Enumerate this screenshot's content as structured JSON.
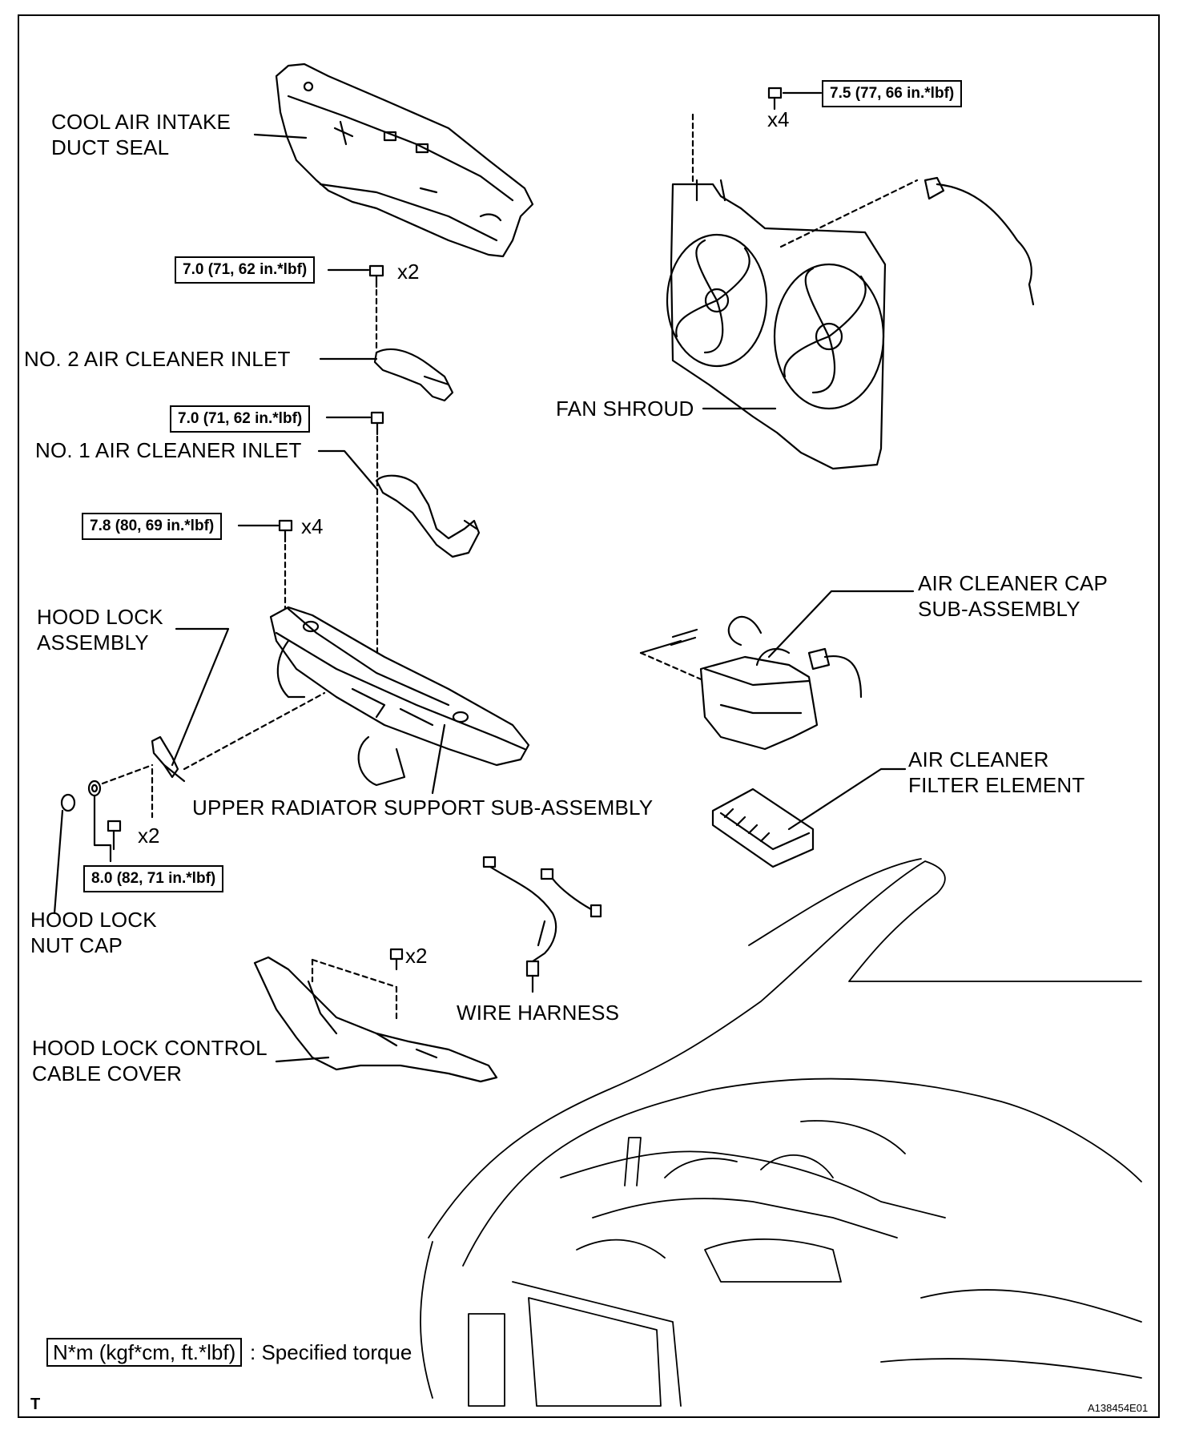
{
  "parts": {
    "cool_air_intake": "COOL AIR INTAKE\nDUCT SEAL",
    "no2_inlet": "NO. 2 AIR CLEANER INLET",
    "no1_inlet": "NO. 1 AIR CLEANER INLET",
    "hood_lock_assembly": "HOOD LOCK\nASSEMBLY",
    "upper_radiator_support": "UPPER RADIATOR SUPPORT SUB-ASSEMBLY",
    "hood_lock_nut_cap": "HOOD LOCK\nNUT CAP",
    "hood_lock_cable_cover": "HOOD LOCK CONTROL\nCABLE COVER",
    "wire_harness": "WIRE HARNESS",
    "fan_shroud": "FAN SHROUD",
    "air_cleaner_cap": "AIR CLEANER CAP\nSUB-ASSEMBLY",
    "air_cleaner_filter": "AIR CLEANER\nFILTER ELEMENT"
  },
  "torques": {
    "fan_shroud_bolt": "7.5 (77, 66 in.*lbf)",
    "no2_inlet_bolt": "7.0 (71, 62 in.*lbf)",
    "no1_inlet_bolt": "7.0 (71, 62 in.*lbf)",
    "radiator_support_bolt": "7.8 (80, 69 in.*lbf)",
    "hood_lock_bolt": "8.0 (82, 71 in.*lbf)"
  },
  "quantities": {
    "fan_shroud": "x4",
    "no2_inlet": "x2",
    "radiator_support": "x4",
    "hood_lock": "x2",
    "cable_cover": "x2"
  },
  "legend": {
    "unit_box": "N*m (kgf*cm, ft.*lbf)",
    "description": ": Specified torque"
  },
  "footer": {
    "corner_mark": "T",
    "figure_id": "A138454E01"
  }
}
